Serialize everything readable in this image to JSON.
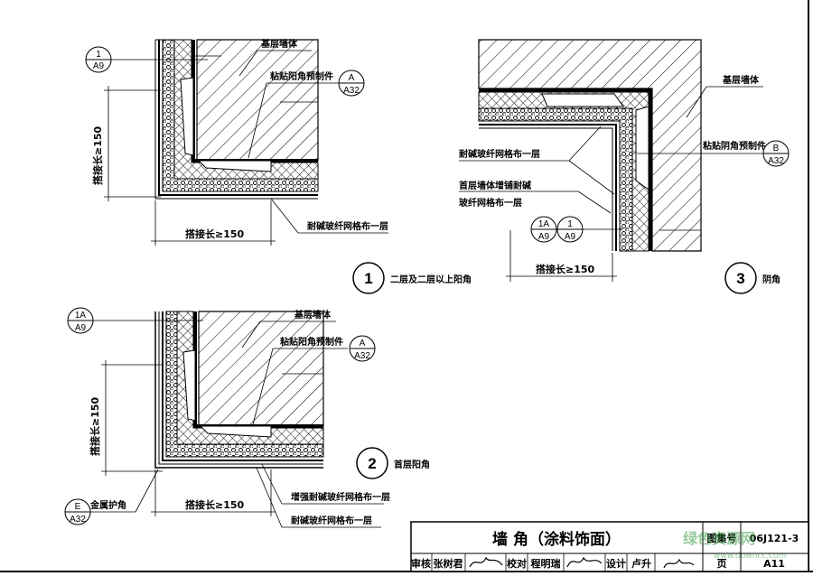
{
  "detail1": {
    "ref_top": {
      "num": "1",
      "sheet": "A9"
    },
    "base_wall": "基层墙体",
    "corner_piece": "粘贴阳角预制件",
    "ref_right": {
      "num": "A",
      "sheet": "A32"
    },
    "lap_vertical": "搭接长≥150",
    "lap_horizontal": "搭接长≥150",
    "mesh": "耐碱玻纤网格布一层",
    "number": "1",
    "caption": "二层及二层以上阳角"
  },
  "detail2": {
    "ref_top": {
      "num": "1A",
      "sheet": "A9"
    },
    "base_wall": "基层墙体",
    "corner_piece": "粘贴阳角预制件",
    "ref_right": {
      "num": "A",
      "sheet": "A32"
    },
    "lap_vertical": "搭接长≥150",
    "lap_horizontal": "搭接长≥150",
    "ref_guard": {
      "num": "E",
      "sheet": "A32"
    },
    "guard": "金属护角",
    "mesh_reinforced": "增强耐碱玻纤网格布一层",
    "mesh": "耐碱玻纤网格布一层",
    "number": "2",
    "caption": "首层阳角"
  },
  "detail3": {
    "base_wall": "基层墙体",
    "corner_piece": "粘贴阴角预制件",
    "ref_right": {
      "num": "B",
      "sheet": "A32"
    },
    "mesh": "耐碱玻纤网格布一层",
    "mesh_first_1": "首层墙体增铺耐碱",
    "mesh_first_2": "玻纤网格布一层",
    "ref_a": {
      "num": "1A",
      "sheet": "A9"
    },
    "ref_b": {
      "num": "1",
      "sheet": "A9"
    },
    "lap_horizontal": "搭接长≥150",
    "number": "3",
    "caption": "阴角"
  },
  "title_block": {
    "title": "墙   角（涂料饰面）",
    "atlas_label": "图集号",
    "atlas_no": "06J121-3",
    "review_label": "审核",
    "reviewer": "张树君",
    "check_label": "校对",
    "checker": "程明瑞",
    "design_label": "设计",
    "designer": "卢升",
    "page_label": "页",
    "page_no": "A11"
  },
  "watermark": {
    "text": "绿色资源网",
    "url": "www.downcc.com"
  }
}
